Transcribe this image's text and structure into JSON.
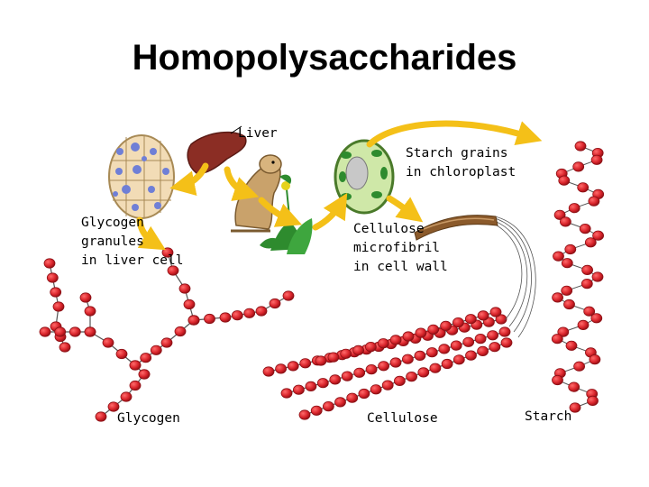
{
  "title": "Homopolysaccharides",
  "labels": {
    "liver": "Liver",
    "glycogen_granules_1": "Glycogen",
    "glycogen_granules_2": "granules",
    "glycogen_granules_3": "in liver cell",
    "starch_grains_1": "Starch grains",
    "starch_grains_2": "in chloroplast",
    "cellulose_micro_1": "Cellulose",
    "cellulose_micro_2": "microfibril",
    "cellulose_micro_3": "in cell wall",
    "glycogen": "Glycogen",
    "cellulose": "Cellulose",
    "starch": "Starch"
  },
  "colors": {
    "bead": "#d9242b",
    "bead_dark": "#8c0f14",
    "arrow": "#f4c018",
    "liver": "#8b2d24",
    "cell_fill": "#f2dcb6",
    "granule": "#6f7fd6",
    "plant_green": "#2e8b2e",
    "fibril": "#8b5a2b"
  }
}
